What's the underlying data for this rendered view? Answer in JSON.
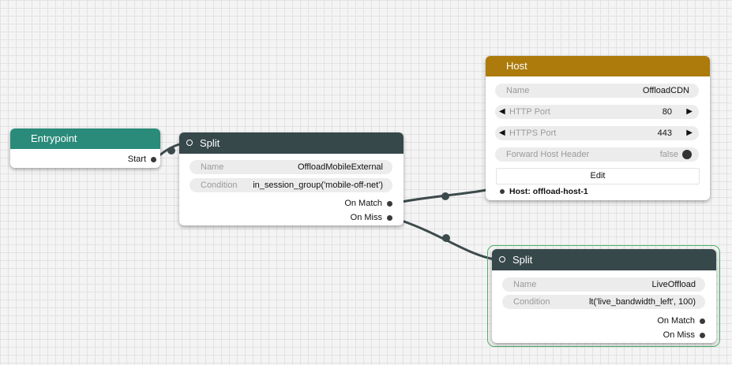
{
  "entrypoint": {
    "title": "Entrypoint",
    "output": "Start"
  },
  "split_1": {
    "title": "Split",
    "name_label": "Name",
    "name_value": "OffloadMobileExternal",
    "condition_label": "Condition",
    "condition_value": "in_session_group('mobile-off-net')",
    "on_match": "On Match",
    "on_miss": "On Miss"
  },
  "host": {
    "title": "Host",
    "name_label": "Name",
    "name_value": "OffloadCDN",
    "http_port_label": "HTTP Port",
    "http_port_value": "80",
    "https_port_label": "HTTPS Port",
    "https_port_value": "443",
    "forward_label": "Forward Host Header",
    "forward_value": "false",
    "edit_label": "Edit",
    "output": "Host: offload-host-1"
  },
  "split_2": {
    "title": "Split",
    "name_label": "Name",
    "name_value": "LiveOffload",
    "condition_label": "Condition",
    "condition_value": "lt('live_bandwidth_left', 100)",
    "on_match": "On Match",
    "on_miss": "On Miss"
  },
  "icons": {
    "decrement": "◀",
    "increment": "▶"
  },
  "colors": {
    "split_header": "#37484b",
    "entrypoint_header": "#2a8b7a",
    "host_header": "#ad7a0c",
    "selection": "#4caf6a",
    "link": "#3d4a4c"
  }
}
